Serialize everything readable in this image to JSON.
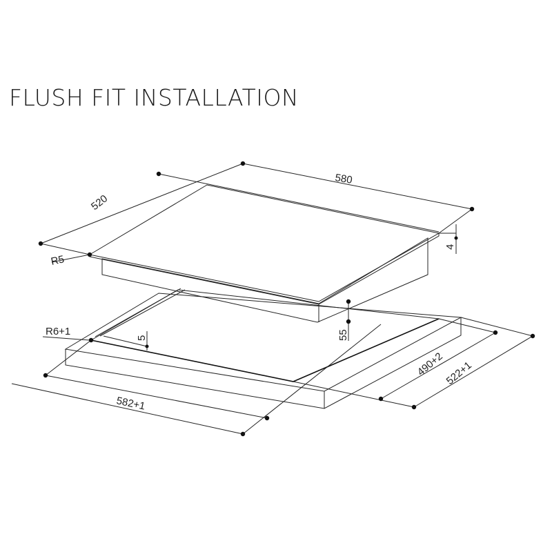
{
  "title": "FLUSH FIT INSTALLATION",
  "dimensions": {
    "hob_width": "580",
    "hob_depth": "520",
    "hob_corner_radius": "R5",
    "glass_thickness": "4",
    "body_height": "55",
    "cutout_corner_radius": "R6+1",
    "recess_depth": "5",
    "cutout_inner_depth": "490+2",
    "cutout_outer_depth": "522+1",
    "cutout_width": "582+1"
  },
  "colors": {
    "line": "#222222",
    "background": "#ffffff"
  }
}
